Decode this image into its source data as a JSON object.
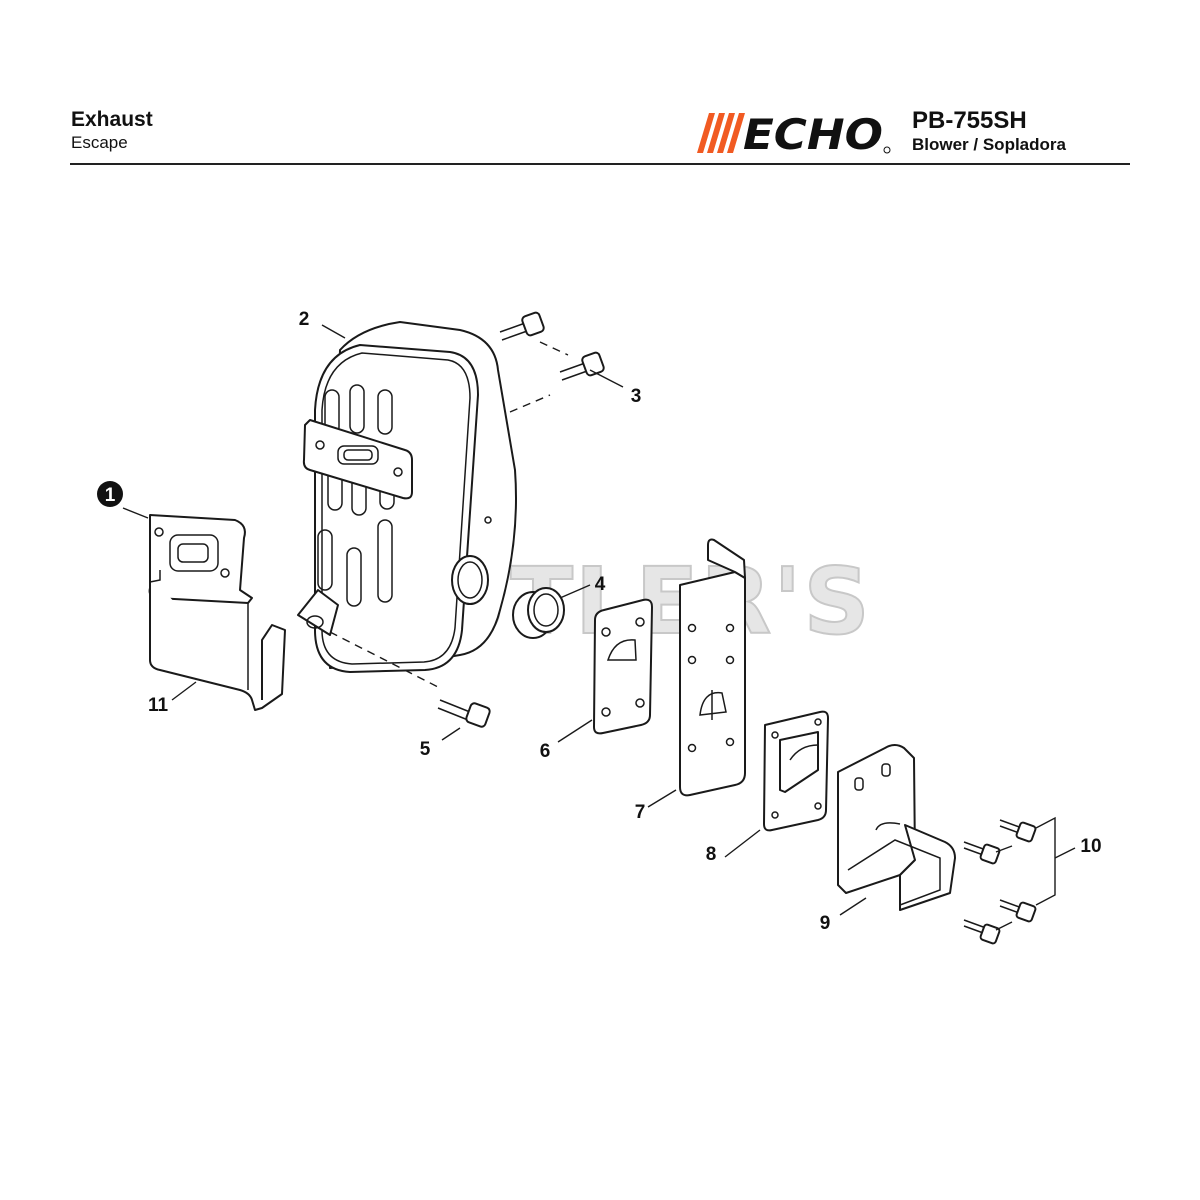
{
  "header": {
    "title": "Exhaust",
    "subtitle": "Escape",
    "brand": "ECHO",
    "model": "PB-755SH",
    "product": "Blower / Sopladora"
  },
  "watermark": "CUTLER'S",
  "colors": {
    "brand_orange": "#f15a22",
    "brand_black": "#111111"
  },
  "callouts": [
    {
      "id": "1",
      "part": "muffler-gasket"
    },
    {
      "id": "2",
      "part": "muffler"
    },
    {
      "id": "3",
      "part": "bolts-upper"
    },
    {
      "id": "4",
      "part": "collar"
    },
    {
      "id": "5",
      "part": "bolt-lower"
    },
    {
      "id": "6",
      "part": "spark-arrestor-gasket"
    },
    {
      "id": "7",
      "part": "muffler-plate"
    },
    {
      "id": "8",
      "part": "exhaust-outlet"
    },
    {
      "id": "9",
      "part": "exhaust-guard"
    },
    {
      "id": "10",
      "part": "guard-screws"
    },
    {
      "id": "11",
      "part": "heat-shield"
    }
  ]
}
